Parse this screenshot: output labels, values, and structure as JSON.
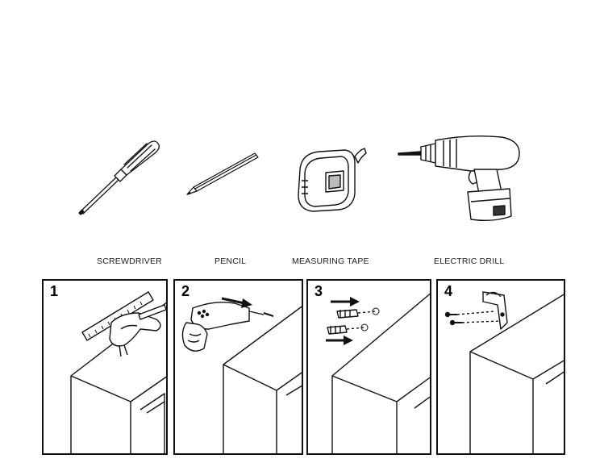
{
  "tools": {
    "screwdriver": "SCREWDRIVER",
    "pencil": "PENCIL",
    "measuring_tape": "MEASURING TAPE",
    "electric_drill": "ELECTRIC DRILL"
  },
  "steps": [
    {
      "number": "1"
    },
    {
      "number": "2"
    },
    {
      "number": "3"
    },
    {
      "number": "4"
    }
  ],
  "colors": {
    "line": "#111111",
    "background": "#ffffff",
    "shade": "#888888"
  }
}
